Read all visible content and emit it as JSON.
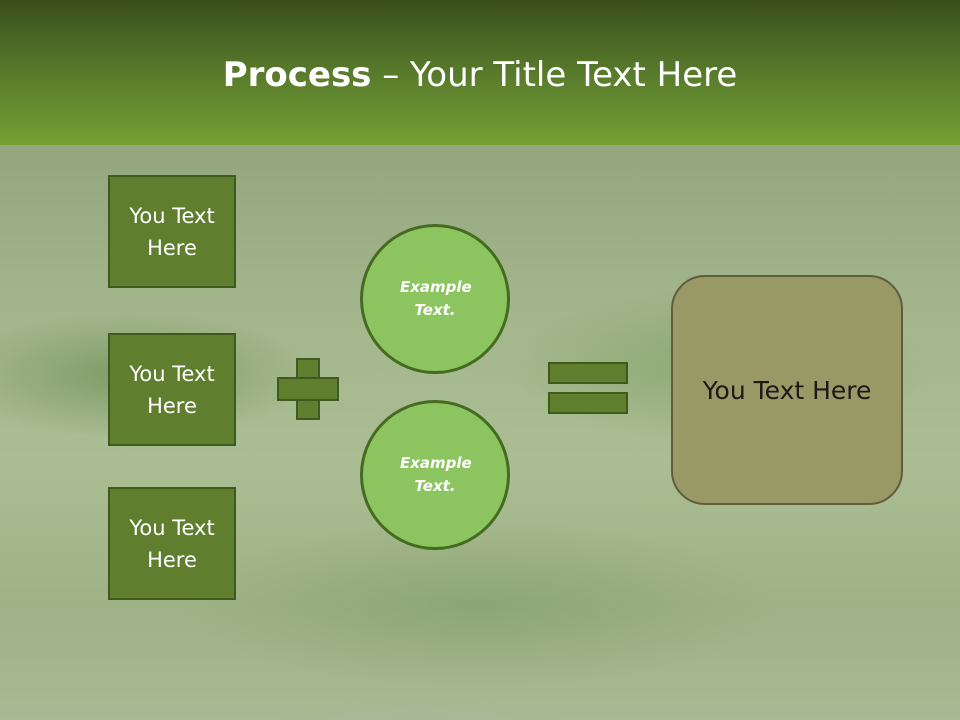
{
  "slide": {
    "title_bold": "Process",
    "title_rest": " – Your Title Text Here"
  },
  "left_boxes": [
    {
      "label": "You Text Here"
    },
    {
      "label": "You Text Here"
    },
    {
      "label": "You Text Here"
    }
  ],
  "circles": [
    {
      "label": "Example Text."
    },
    {
      "label": "Example Text."
    }
  ],
  "operators": {
    "plus": "plus-icon",
    "equals": "equals-icon"
  },
  "result": {
    "label": "You Text Here"
  },
  "colors": {
    "header_top": "#3a4e1c",
    "header_bottom": "#74a033",
    "box_fill": "#5f7f2e",
    "circle_fill": "#8cc560",
    "result_fill": "#999966"
  }
}
